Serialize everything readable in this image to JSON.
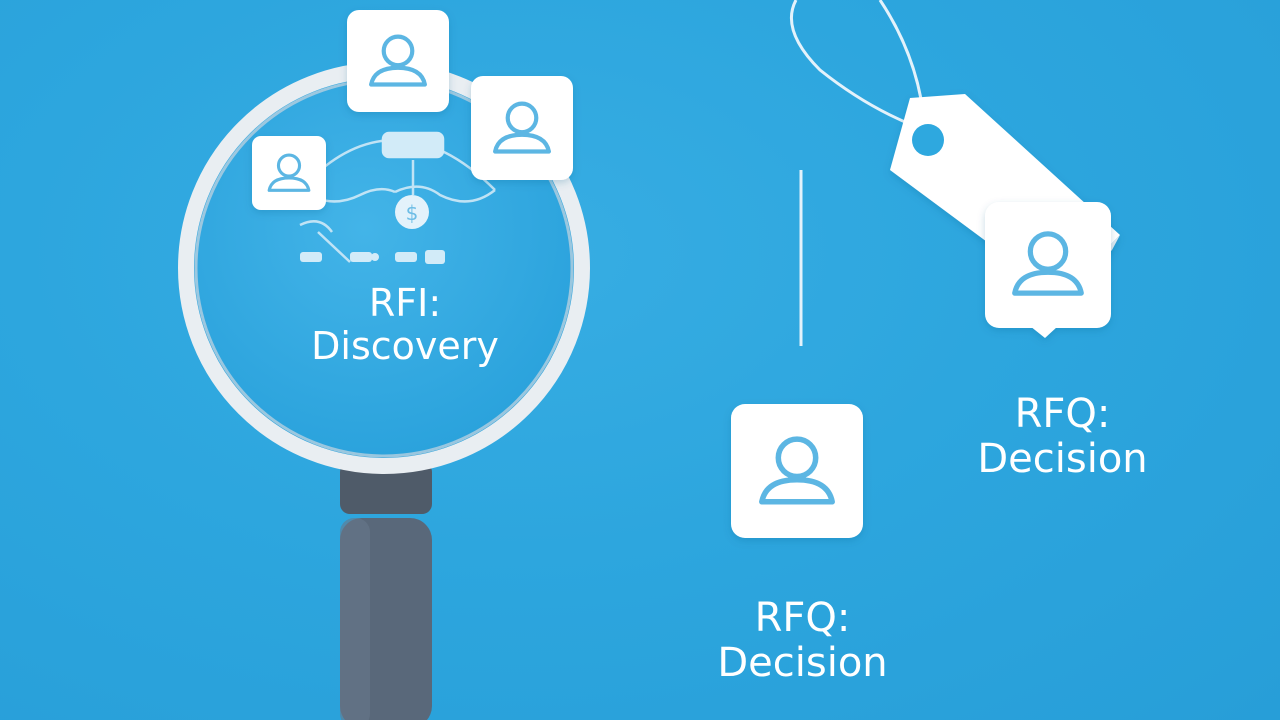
{
  "labels": {
    "rfi": {
      "line1": "RFI:",
      "line2": "Discovery"
    },
    "rfq_right": {
      "line1": "RFQ:",
      "line2": "Decision"
    },
    "rfq_bottom": {
      "line1": "RFQ:",
      "line2": "Decision"
    }
  },
  "coin_symbol": "$",
  "icons": [
    "magnifying-glass-icon",
    "user-card-icon",
    "price-tag-icon",
    "dollar-coin-icon",
    "divider-line"
  ],
  "colors": {
    "background": "#2da6de",
    "card": "#ffffff",
    "user_glyph": "#5bb6e3",
    "lens_ring": "#e9eef2",
    "handle": "#59687a",
    "handle_collar": "#4f5b69"
  }
}
